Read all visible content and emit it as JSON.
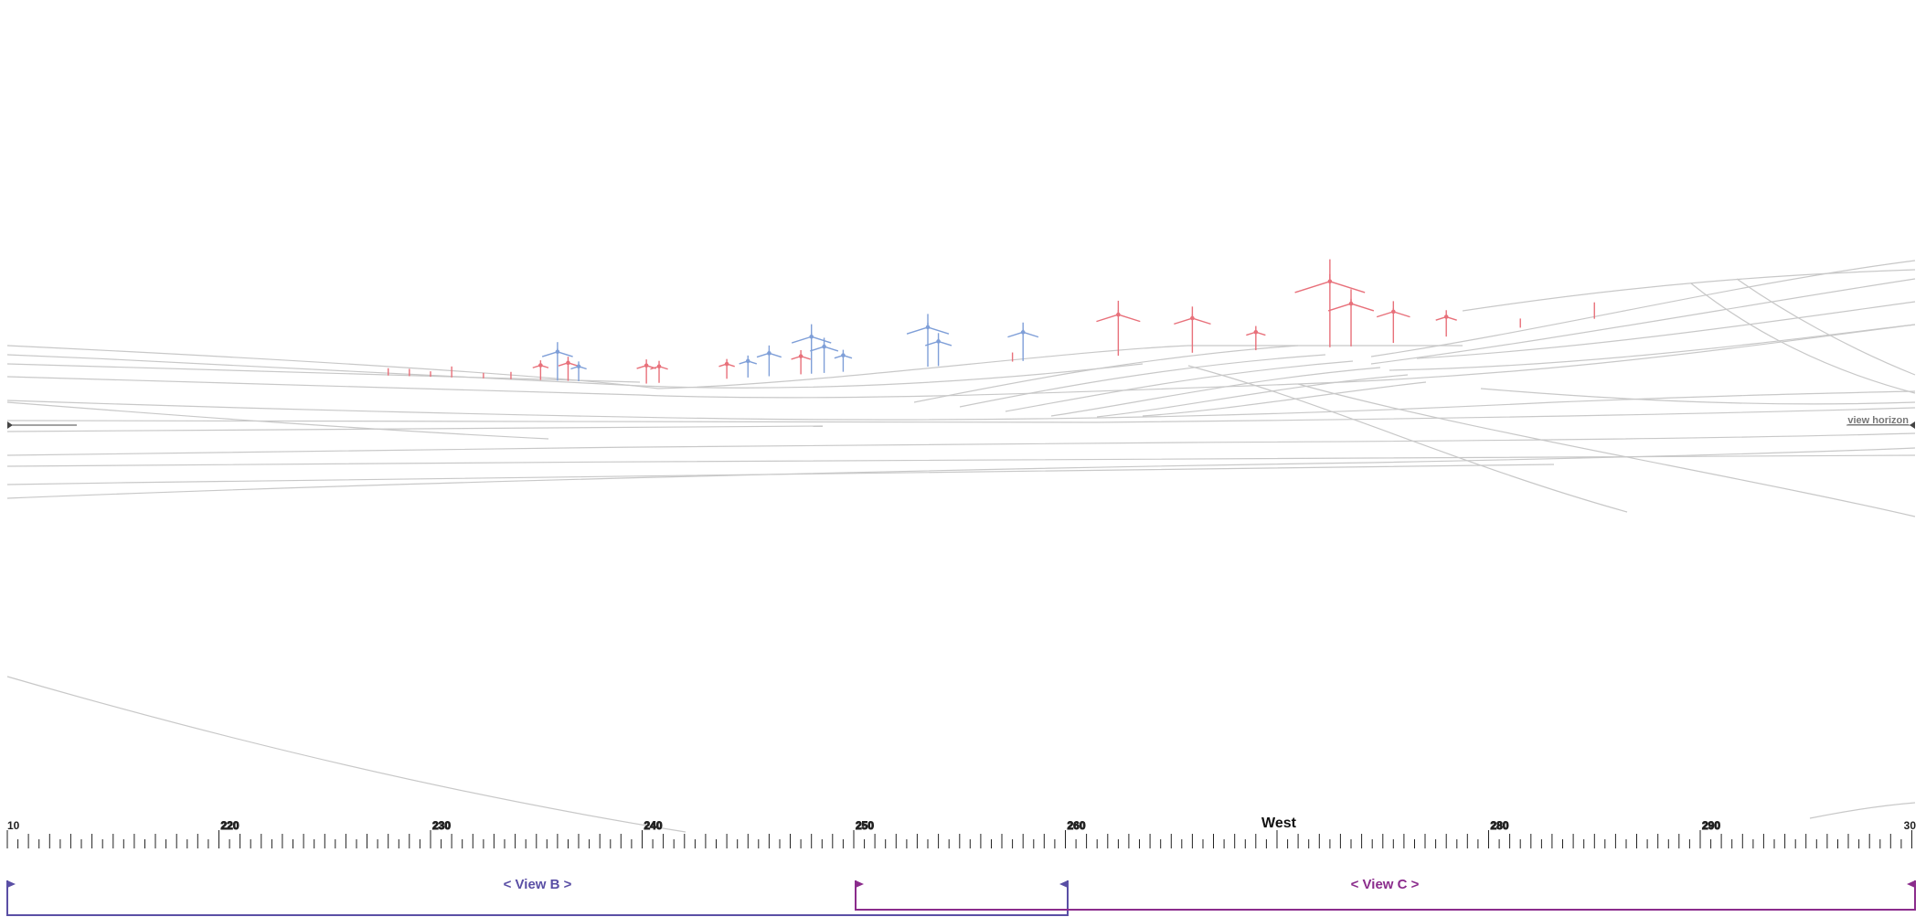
{
  "colors": {
    "wireframe": "#c8c8c8",
    "turbine_proposed": "#e8707a",
    "turbine_existing": "#7f9fd8",
    "view_b": "#5a4fa5",
    "view_c": "#8b2c8c",
    "ruler": "#222222"
  },
  "horizon": {
    "label": "view horizon"
  },
  "ruler": {
    "start_label": "10",
    "end_label": "30",
    "major_labels": [
      "220",
      "230",
      "240",
      "250",
      "260",
      "280",
      "290"
    ],
    "compass_label": "West"
  },
  "views": {
    "view_b": {
      "label": "<  View B  >",
      "from_deg": 210,
      "to_deg": 260
    },
    "view_c": {
      "label": "<  View C  >",
      "from_deg": 250,
      "to_deg": 300
    }
  },
  "turbines": [
    {
      "deg": 228.0,
      "type": "proposed",
      "height": 8,
      "blades": false
    },
    {
      "deg": 229.0,
      "type": "proposed",
      "height": 8,
      "blades": false
    },
    {
      "deg": 230.0,
      "type": "proposed",
      "height": 6,
      "blades": false
    },
    {
      "deg": 231.0,
      "type": "proposed",
      "height": 12,
      "blades": false
    },
    {
      "deg": 232.5,
      "type": "proposed",
      "height": 6,
      "blades": false
    },
    {
      "deg": 233.8,
      "type": "proposed",
      "height": 8,
      "blades": false
    },
    {
      "deg": 235.2,
      "type": "proposed",
      "height": 18,
      "blades": true
    },
    {
      "deg": 236.0,
      "type": "existing",
      "height": 35,
      "blades": true
    },
    {
      "deg": 236.5,
      "type": "proposed",
      "height": 22,
      "blades": true
    },
    {
      "deg": 237.0,
      "type": "existing",
      "height": 18,
      "blades": true
    },
    {
      "deg": 240.2,
      "type": "proposed",
      "height": 22,
      "blades": true
    },
    {
      "deg": 240.8,
      "type": "proposed",
      "height": 20,
      "blades": true
    },
    {
      "deg": 244.0,
      "type": "proposed",
      "height": 18,
      "blades": true
    },
    {
      "deg": 245.0,
      "type": "existing",
      "height": 20,
      "blades": true
    },
    {
      "deg": 246.0,
      "type": "existing",
      "height": 28,
      "blades": true
    },
    {
      "deg": 247.5,
      "type": "proposed",
      "height": 22,
      "blades": true
    },
    {
      "deg": 248.0,
      "type": "existing",
      "height": 45,
      "blades": true
    },
    {
      "deg": 248.6,
      "type": "existing",
      "height": 32,
      "blades": true
    },
    {
      "deg": 249.5,
      "type": "existing",
      "height": 20,
      "blades": true
    },
    {
      "deg": 253.5,
      "type": "existing",
      "height": 48,
      "blades": true
    },
    {
      "deg": 254.0,
      "type": "existing",
      "height": 30,
      "blades": true
    },
    {
      "deg": 257.5,
      "type": "proposed",
      "height": 10,
      "blades": false
    },
    {
      "deg": 258.0,
      "type": "existing",
      "height": 35,
      "blades": true
    },
    {
      "deg": 262.5,
      "type": "proposed",
      "height": 50,
      "blades": true
    },
    {
      "deg": 266.0,
      "type": "proposed",
      "height": 42,
      "blades": true
    },
    {
      "deg": 269.0,
      "type": "proposed",
      "height": 22,
      "blades": true
    },
    {
      "deg": 272.5,
      "type": "proposed",
      "height": 80,
      "blades": true
    },
    {
      "deg": 273.5,
      "type": "proposed",
      "height": 52,
      "blades": true
    },
    {
      "deg": 275.5,
      "type": "proposed",
      "height": 38,
      "blades": true
    },
    {
      "deg": 278.0,
      "type": "proposed",
      "height": 24,
      "blades": true
    },
    {
      "deg": 281.5,
      "type": "proposed",
      "height": 10,
      "blades": false
    },
    {
      "deg": 285.0,
      "type": "proposed",
      "height": 18,
      "blades": false
    }
  ]
}
